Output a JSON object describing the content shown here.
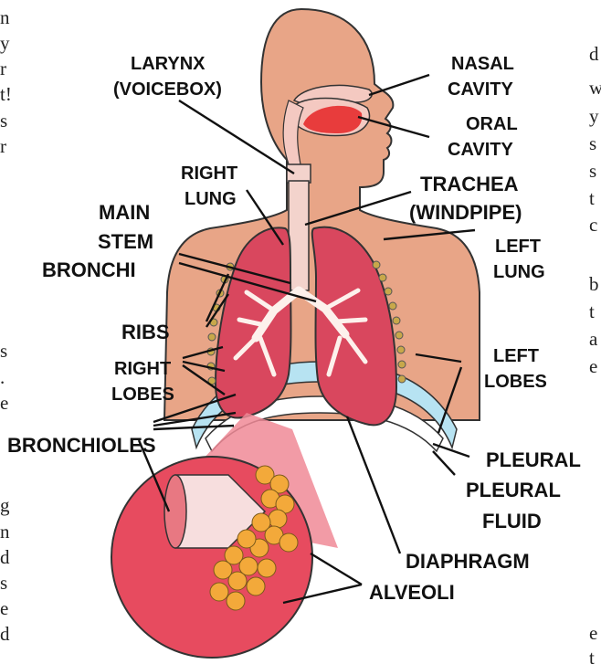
{
  "labels": {
    "larynx": [
      "LARYNX",
      "(VOICEBOX)"
    ],
    "nasal": [
      "NASAL",
      "CAVITY"
    ],
    "oral": [
      "ORAL",
      "CAVITY"
    ],
    "right_lung": [
      "RIGHT",
      "LUNG"
    ],
    "trachea": [
      "TRACHEA",
      "(WINDPIPE)"
    ],
    "main_stem": [
      "MAIN",
      "STEM",
      "BRONCHI"
    ],
    "left_lung": [
      "LEFT",
      "LUNG"
    ],
    "ribs": "RIBS",
    "right_lobes": [
      "RIGHT",
      "LOBES"
    ],
    "left_lobes": [
      "LEFT",
      "LOBES"
    ],
    "bronchioles": "BRONCHIOLES",
    "pleural": "PLEURAL",
    "pleural_fluid": [
      "PLEURAL",
      "FLUID"
    ],
    "diaphragm": "DIAPHRAGM",
    "alveoli": "ALVEOLI"
  },
  "side_text": {
    "left": [
      "n",
      "y",
      "r",
      "t!",
      "s",
      "r",
      "s",
      ".",
      "e",
      "g",
      "n",
      "d",
      "s",
      "e",
      "d"
    ],
    "right": [
      "d",
      "w",
      "y",
      "s",
      "s",
      "t",
      "c",
      "b",
      "t",
      "a",
      "e",
      "e",
      "t"
    ]
  }
}
